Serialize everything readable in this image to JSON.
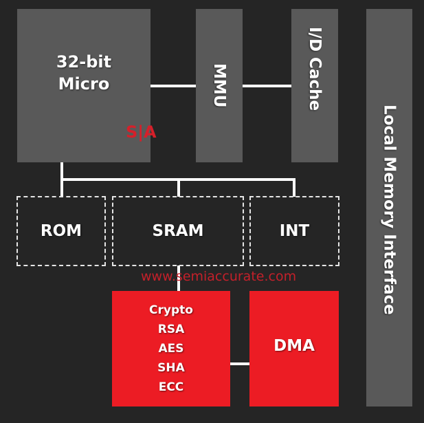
{
  "diagram": {
    "title": "",
    "blocks": {
      "micro": {
        "label_line1": "32-bit",
        "label_line2": "Micro"
      },
      "mmu": {
        "label": "MMU"
      },
      "cache": {
        "label": "I/D Cache"
      },
      "local_memory_interface": {
        "label": "Local Memory Interface"
      },
      "rom": {
        "label": "ROM"
      },
      "sram": {
        "label": "SRAM"
      },
      "int": {
        "label": "INT"
      },
      "crypto": {
        "lines": [
          "Crypto",
          "RSA",
          "AES",
          "SHA",
          "ECC"
        ]
      },
      "dma": {
        "label": "DMA"
      }
    },
    "connections": [
      {
        "from": "micro",
        "to": "mmu"
      },
      {
        "from": "mmu",
        "to": "cache"
      },
      {
        "from": "micro",
        "to": "rom"
      },
      {
        "from": "micro",
        "to": "sram"
      },
      {
        "from": "micro",
        "to": "int"
      },
      {
        "from": "sram",
        "to": "crypto"
      },
      {
        "from": "crypto",
        "to": "dma"
      }
    ],
    "logo": "S|A",
    "watermark": "www.semiaccurate.com"
  },
  "colors": {
    "background": "#252525",
    "gray_block": "#595959",
    "red_block": "#ec1c24",
    "line": "#ffffff",
    "brand_red": "#d5202a"
  }
}
